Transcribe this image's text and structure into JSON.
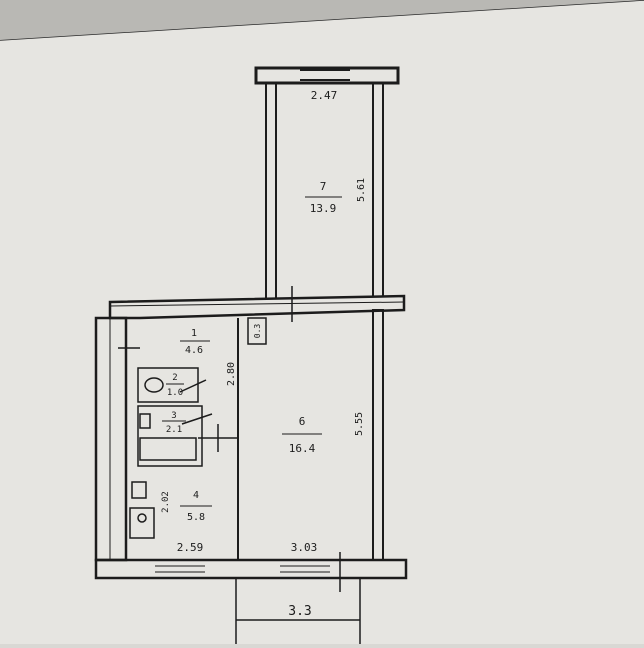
{
  "page": {
    "paper_color": "#e6e5e1",
    "shadow_color": "#b9b8b4",
    "ink_color": "#1c1c1c"
  },
  "rooms": [
    {
      "id": "r1",
      "number": "1",
      "area": "4.6"
    },
    {
      "id": "r2",
      "number": "2",
      "area": "1.0"
    },
    {
      "id": "r3",
      "number": "3",
      "area": "2.1"
    },
    {
      "id": "r4",
      "number": "4",
      "area": "5.8"
    },
    {
      "id": "r6",
      "number": "6",
      "area": "16.4"
    },
    {
      "id": "r7",
      "number": "7",
      "area": "13.9"
    }
  ],
  "dimensions": {
    "balcony_top_width": "2.47",
    "balcony_length": "5.61",
    "hall_length": "2.80",
    "room6_length": "5.55",
    "kitchen_dim": "2.02",
    "bottom_left_width": "2.59",
    "bottom_right_width": "3.03",
    "loggia_width": "3.3"
  },
  "small_labels": {
    "shaft": "0.3"
  }
}
